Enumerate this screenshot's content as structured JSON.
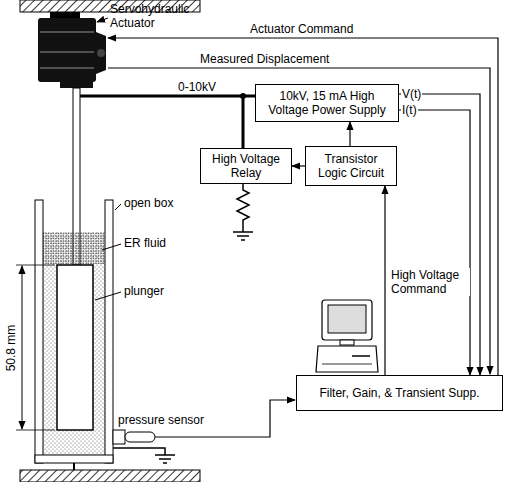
{
  "diagram": {
    "nodes": [
      {
        "text": [
          "10kV, 15 mA High Voltage Power Supply"
        ]
      },
      {
        "text": [
          "High Voltage Relay"
        ]
      },
      {
        "text": [
          "Transistor Logic Circuit"
        ]
      },
      {
        "text": [
          "Filter, Gain, & Transient Supp."
        ]
      }
    ],
    "edges": [
      {
        "from": 1,
        "to": 0,
        "arrow": "none"
      },
      {
        "from": 2,
        "to": 1,
        "arrow": "to"
      },
      {
        "from": 2,
        "to": 0,
        "arrow": "to"
      },
      {
        "from": 3,
        "to": 2,
        "arrow": "to",
        "label": "High Voltage Command"
      },
      {
        "from": 0,
        "to": 3,
        "arrow": "to",
        "label": "V(t)"
      },
      {
        "from": 0,
        "to": 3,
        "arrow": "to",
        "label": "I(t)"
      }
    ],
    "labels": [
      "Servohydraulic Actuator",
      "Actuator Command",
      "Measured Displacement",
      "0-10kV",
      "open box",
      "ER fluid",
      "plunger",
      "50.8 mm",
      "pressure sensor"
    ]
  }
}
